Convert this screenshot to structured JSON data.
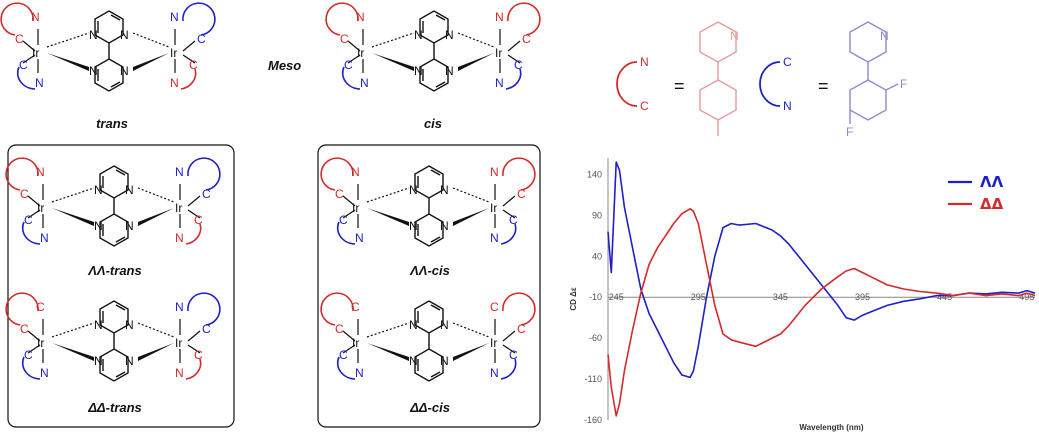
{
  "labels": {
    "meso": "Meso",
    "trans": "trans",
    "cis": "cis",
    "ll_trans": "ΛΛ-trans",
    "dd_trans": "ΔΔ-trans",
    "ll_cis": "ΛΛ-cis",
    "dd_cis": "ΔΔ-cis"
  },
  "atoms": {
    "iridium": "Ir",
    "nitrogen": "N",
    "carbon": "C",
    "fluorine": "F"
  },
  "legend_eq": {
    "equals": "="
  },
  "colors": {
    "red": "#d42a2a",
    "blue": "#1f1fc8",
    "pink": "#e89a9a",
    "lavender": "#8a8ad0"
  },
  "chart_data": {
    "type": "line",
    "title": "",
    "xlabel": "Wavelength (nm)",
    "ylabel": "CD Δε",
    "xlim": [
      240,
      500
    ],
    "ylim": [
      -160,
      160
    ],
    "xticks": [
      245,
      295,
      345,
      395,
      445,
      495
    ],
    "yticks": [
      140,
      90,
      40,
      -10,
      -60,
      -110,
      -160
    ],
    "legend_position": "top-right",
    "series": [
      {
        "name": "ΛΛ",
        "color": "#1f1fc8",
        "x": [
          240,
          242,
          245,
          247,
          250,
          255,
          260,
          265,
          270,
          275,
          280,
          285,
          290,
          292,
          295,
          300,
          305,
          310,
          315,
          320,
          330,
          340,
          345,
          350,
          360,
          370,
          380,
          385,
          390,
          395,
          400,
          410,
          420,
          430,
          440,
          450,
          460,
          470,
          480,
          490,
          495,
          500
        ],
        "y": [
          70,
          20,
          155,
          145,
          100,
          50,
          0,
          -30,
          -50,
          -70,
          -90,
          -105,
          -108,
          -100,
          -70,
          -10,
          40,
          75,
          80,
          78,
          80,
          72,
          65,
          55,
          30,
          5,
          -20,
          -35,
          -38,
          -32,
          -28,
          -20,
          -15,
          -12,
          -8,
          -8,
          -5,
          -6,
          -4,
          -5,
          -2,
          -5
        ]
      },
      {
        "name": "ΔΔ",
        "color": "#d42a2a",
        "x": [
          240,
          242,
          245,
          247,
          250,
          255,
          260,
          265,
          270,
          275,
          280,
          285,
          290,
          292,
          295,
          300,
          305,
          310,
          315,
          320,
          330,
          340,
          345,
          350,
          360,
          370,
          380,
          385,
          390,
          395,
          400,
          410,
          420,
          430,
          440,
          450,
          460,
          470,
          480,
          490,
          495,
          500
        ],
        "y": [
          -80,
          -120,
          -155,
          -140,
          -100,
          -50,
          -5,
          30,
          50,
          65,
          80,
          92,
          98,
          95,
          80,
          30,
          -20,
          -55,
          -62,
          -65,
          -70,
          -60,
          -55,
          -45,
          -20,
          0,
          15,
          22,
          25,
          20,
          15,
          5,
          0,
          -3,
          -5,
          -8,
          -5,
          -8,
          -6,
          -8,
          -5,
          -8
        ]
      }
    ]
  }
}
